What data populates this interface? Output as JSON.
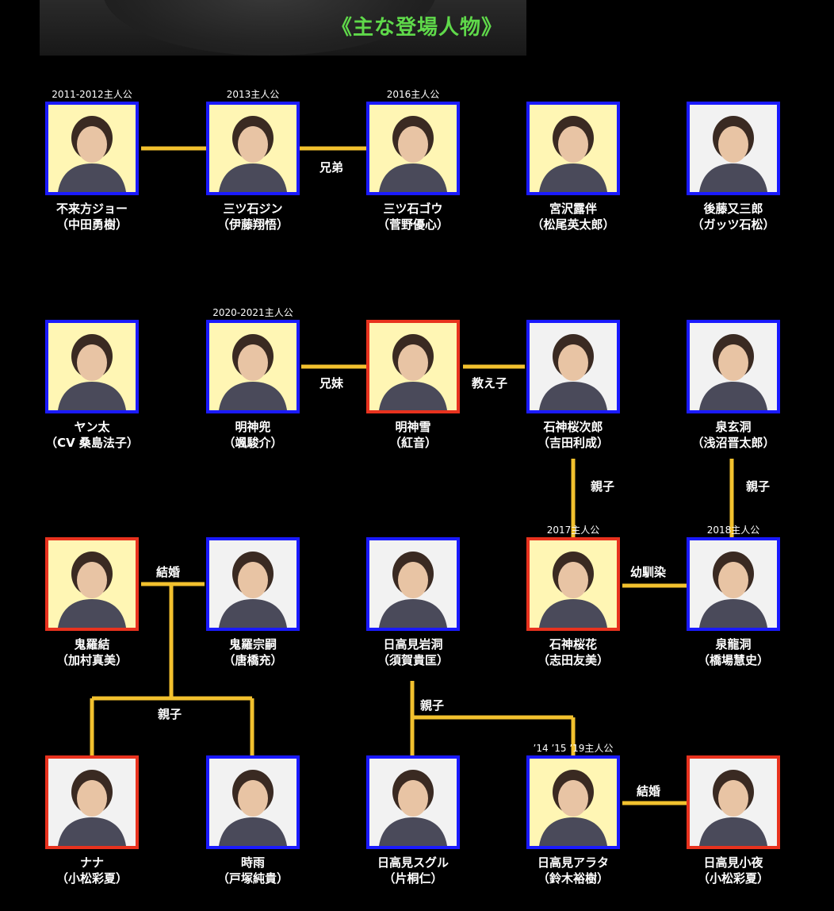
{
  "title": "《主な登場人物》",
  "colors": {
    "blue": "#1a1aff",
    "red": "#e8321e",
    "line": "#f2c12e",
    "title": "#5fd94a"
  },
  "people": {
    "joe": {
      "name": "不来方ジョー",
      "actor": "（中田勇樹）",
      "tag": "2011-2012主人公"
    },
    "jin": {
      "name": "三ツ石ジン",
      "actor": "（伊藤翔悟）",
      "tag": "2013主人公"
    },
    "gou": {
      "name": "三ツ石ゴウ",
      "actor": "（菅野優心）",
      "tag": "2016主人公"
    },
    "rohan": {
      "name": "宮沢露伴",
      "actor": "（松尾英太郎）"
    },
    "gotou": {
      "name": "後藤又三郎",
      "actor": "（ガッツ石松）"
    },
    "yanta": {
      "name": "ヤン太",
      "actor": "（CV 桑島法子）"
    },
    "kabuto": {
      "name": "明神兜",
      "actor": "（颯駿介）",
      "tag": "2020-2021主人公"
    },
    "yuki": {
      "name": "明神雪",
      "actor": "（紅音）"
    },
    "ouji": {
      "name": "石神桜次郎",
      "actor": "（吉田利成）"
    },
    "gendou": {
      "name": "泉玄洞",
      "actor": "（浅沼晋太郎）"
    },
    "yui": {
      "name": "鬼羅結",
      "actor": "（加村真美）"
    },
    "soushi": {
      "name": "鬼羅宗嗣",
      "actor": "（唐橋充）"
    },
    "gandou": {
      "name": "日高見岩洞",
      "actor": "（須賀貴匡）"
    },
    "ouka": {
      "name": "石神桜花",
      "actor": "（志田友美）",
      "tag": "2017主人公"
    },
    "ryudou": {
      "name": "泉龍洞",
      "actor": "（橋場慧史）",
      "tag": "2018主人公"
    },
    "nana": {
      "name": "ナナ",
      "actor": "（小松彩夏）"
    },
    "shigure": {
      "name": "時雨",
      "actor": "（戸塚純貴）"
    },
    "suguru": {
      "name": "日高見スグル",
      "actor": "（片桐仁）"
    },
    "arata": {
      "name": "日高見アラタ",
      "actor": "（鈴木裕樹）",
      "tag": "’14 ’15 ’19主人公"
    },
    "sayo": {
      "name": "日高見小夜",
      "actor": "（小松彩夏）"
    }
  },
  "relations": {
    "kyoudai": "兄弟",
    "kyoudai2": "兄妹",
    "oshiego": "教え子",
    "oyako1": "親子",
    "oyako2": "親子",
    "oyako3": "親子",
    "oyako4": "親子",
    "kekkon1": "結婚",
    "kekkon2": "結婚",
    "osananajimi": "幼馴染"
  }
}
